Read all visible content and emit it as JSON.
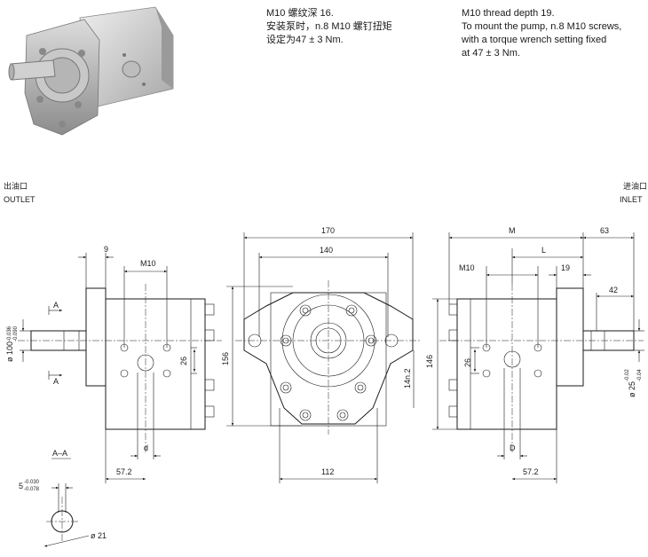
{
  "notes": {
    "chinese": [
      "M10 螺纹深 16.",
      "安装泵时，n.8 M10 螺钉扭矩",
      "设定为47 ± 3 Nm."
    ],
    "english": [
      "M10 thread depth 19.",
      "To mount the pump, n.8 M10 screws,",
      " with a torque wrench setting fixed",
      " at 47 ± 3 Nm."
    ]
  },
  "ports": {
    "outlet_cn": "出油口",
    "outlet_en": "OUTLET",
    "inlet_cn": "进油口",
    "inlet_en": "INLET"
  },
  "dimensions": {
    "left_9": "9",
    "left_m10": "M10",
    "left_shaft_dia": "ø 100",
    "left_shaft_tol_upper": "-0.036",
    "left_shaft_tol_lower": "-0.090",
    "left_26": "26",
    "left_d": "d",
    "left_572": "57.2",
    "section_a_top": "A",
    "section_a_bottom": "A",
    "section_aa": "A–A",
    "key_width": "5",
    "key_tol_upper": "-0.030",
    "key_tol_lower": "-0.078",
    "key_dia": "ø 21",
    "front_170": "170",
    "front_140": "140",
    "front_156": "156",
    "front_14n2": "14n.2",
    "front_112": "112",
    "right_m": "M",
    "right_63": "63",
    "right_l": "L",
    "right_m10": "M10",
    "right_19": "19",
    "right_42": "42",
    "right_146": "146",
    "right_26": "26",
    "right_shaft_dia": "ø 25",
    "right_shaft_tol_upper": "-0.02",
    "right_shaft_tol_lower": "-0.04",
    "right_D": "D",
    "right_572": "57.2"
  }
}
